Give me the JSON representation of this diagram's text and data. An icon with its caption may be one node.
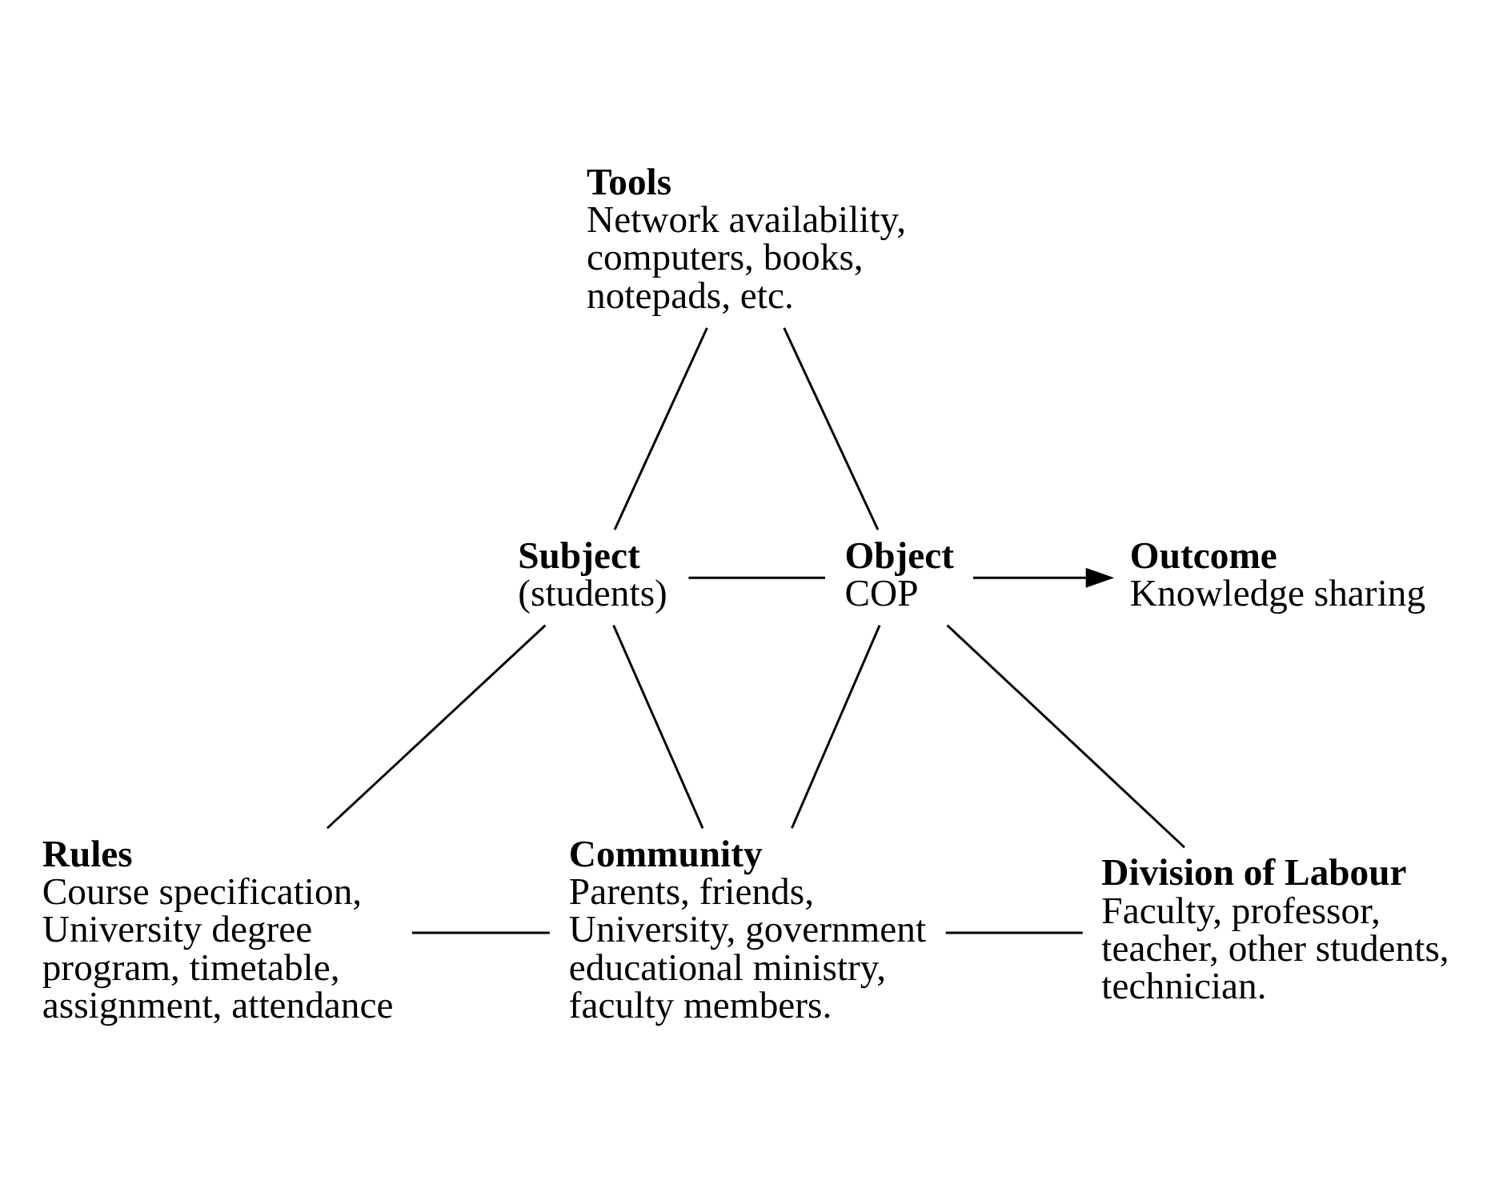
{
  "diagram": {
    "nodes": [
      {
        "text": [
          "Tools",
          "Network availability, computers, books, notepads, etc."
        ]
      },
      {
        "text": [
          "Subject",
          "(students)"
        ]
      },
      {
        "text": [
          "Object",
          "COP"
        ]
      },
      {
        "text": [
          "Outcome",
          "Knowledge sharing"
        ]
      },
      {
        "text": [
          "Rules",
          "Course specification, University degree program, timetable, assignment, attendance"
        ]
      },
      {
        "text": [
          "Community",
          "Parents, friends, University, government educational ministry, faculty members."
        ]
      },
      {
        "text": [
          "Division of Labour",
          "Faculty, professor, teacher, other students, technician."
        ]
      }
    ],
    "edges": [
      {
        "from": 0,
        "to": 1,
        "arrow": "none"
      },
      {
        "from": 0,
        "to": 2,
        "arrow": "none"
      },
      {
        "from": 1,
        "to": 2,
        "arrow": "none"
      },
      {
        "from": 1,
        "to": 4,
        "arrow": "none"
      },
      {
        "from": 1,
        "to": 5,
        "arrow": "none"
      },
      {
        "from": 2,
        "to": 5,
        "arrow": "none"
      },
      {
        "from": 2,
        "to": 6,
        "arrow": "none"
      },
      {
        "from": 4,
        "to": 5,
        "arrow": "none"
      },
      {
        "from": 5,
        "to": 6,
        "arrow": "none"
      },
      {
        "from": 2,
        "to": 3,
        "arrow": "to"
      }
    ]
  }
}
